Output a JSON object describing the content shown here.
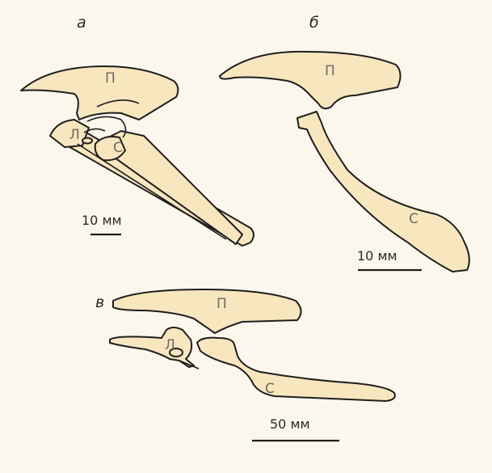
{
  "colors": {
    "bone_fill": "#f8e6bf",
    "outline": "#1e1e1e",
    "label": "#6e6a60",
    "background": "#fbf7ec"
  },
  "panels": [
    {
      "letter": "а",
      "labels": {
        "ilium": "П",
        "pubis": "Л",
        "ischium": "С"
      },
      "scale": "10 мм"
    },
    {
      "letter": "б",
      "labels": {
        "ilium": "П",
        "ischium": "С"
      },
      "scale": "10 мм"
    },
    {
      "letter": "в",
      "labels": {
        "ilium": "П",
        "pubis": "Л",
        "ischium": "С"
      },
      "scale": "50 мм"
    }
  ]
}
